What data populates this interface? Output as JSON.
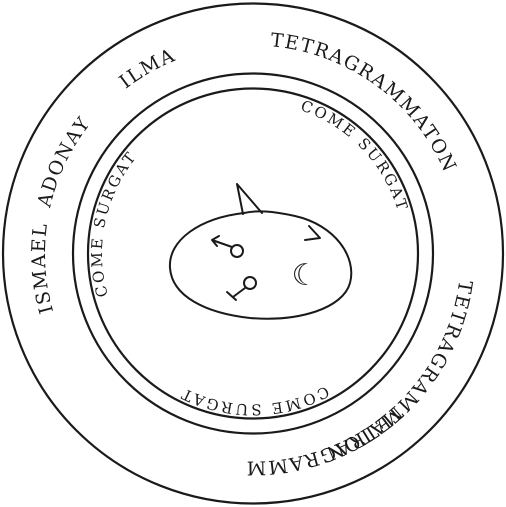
{
  "outer_ring": {
    "words": [
      "TETRAGRAMMATON",
      "TETRAGRAMMATON",
      "TETRAGRAMMATON",
      "ISMAEL",
      "ADONAY",
      "ILMA"
    ]
  },
  "inner_ring": {
    "words": [
      "COME SURGAT",
      "COME SURGAT",
      "COME SURGAT"
    ]
  },
  "center": {
    "symbols": [
      "♂",
      "☾",
      "♀"
    ]
  }
}
